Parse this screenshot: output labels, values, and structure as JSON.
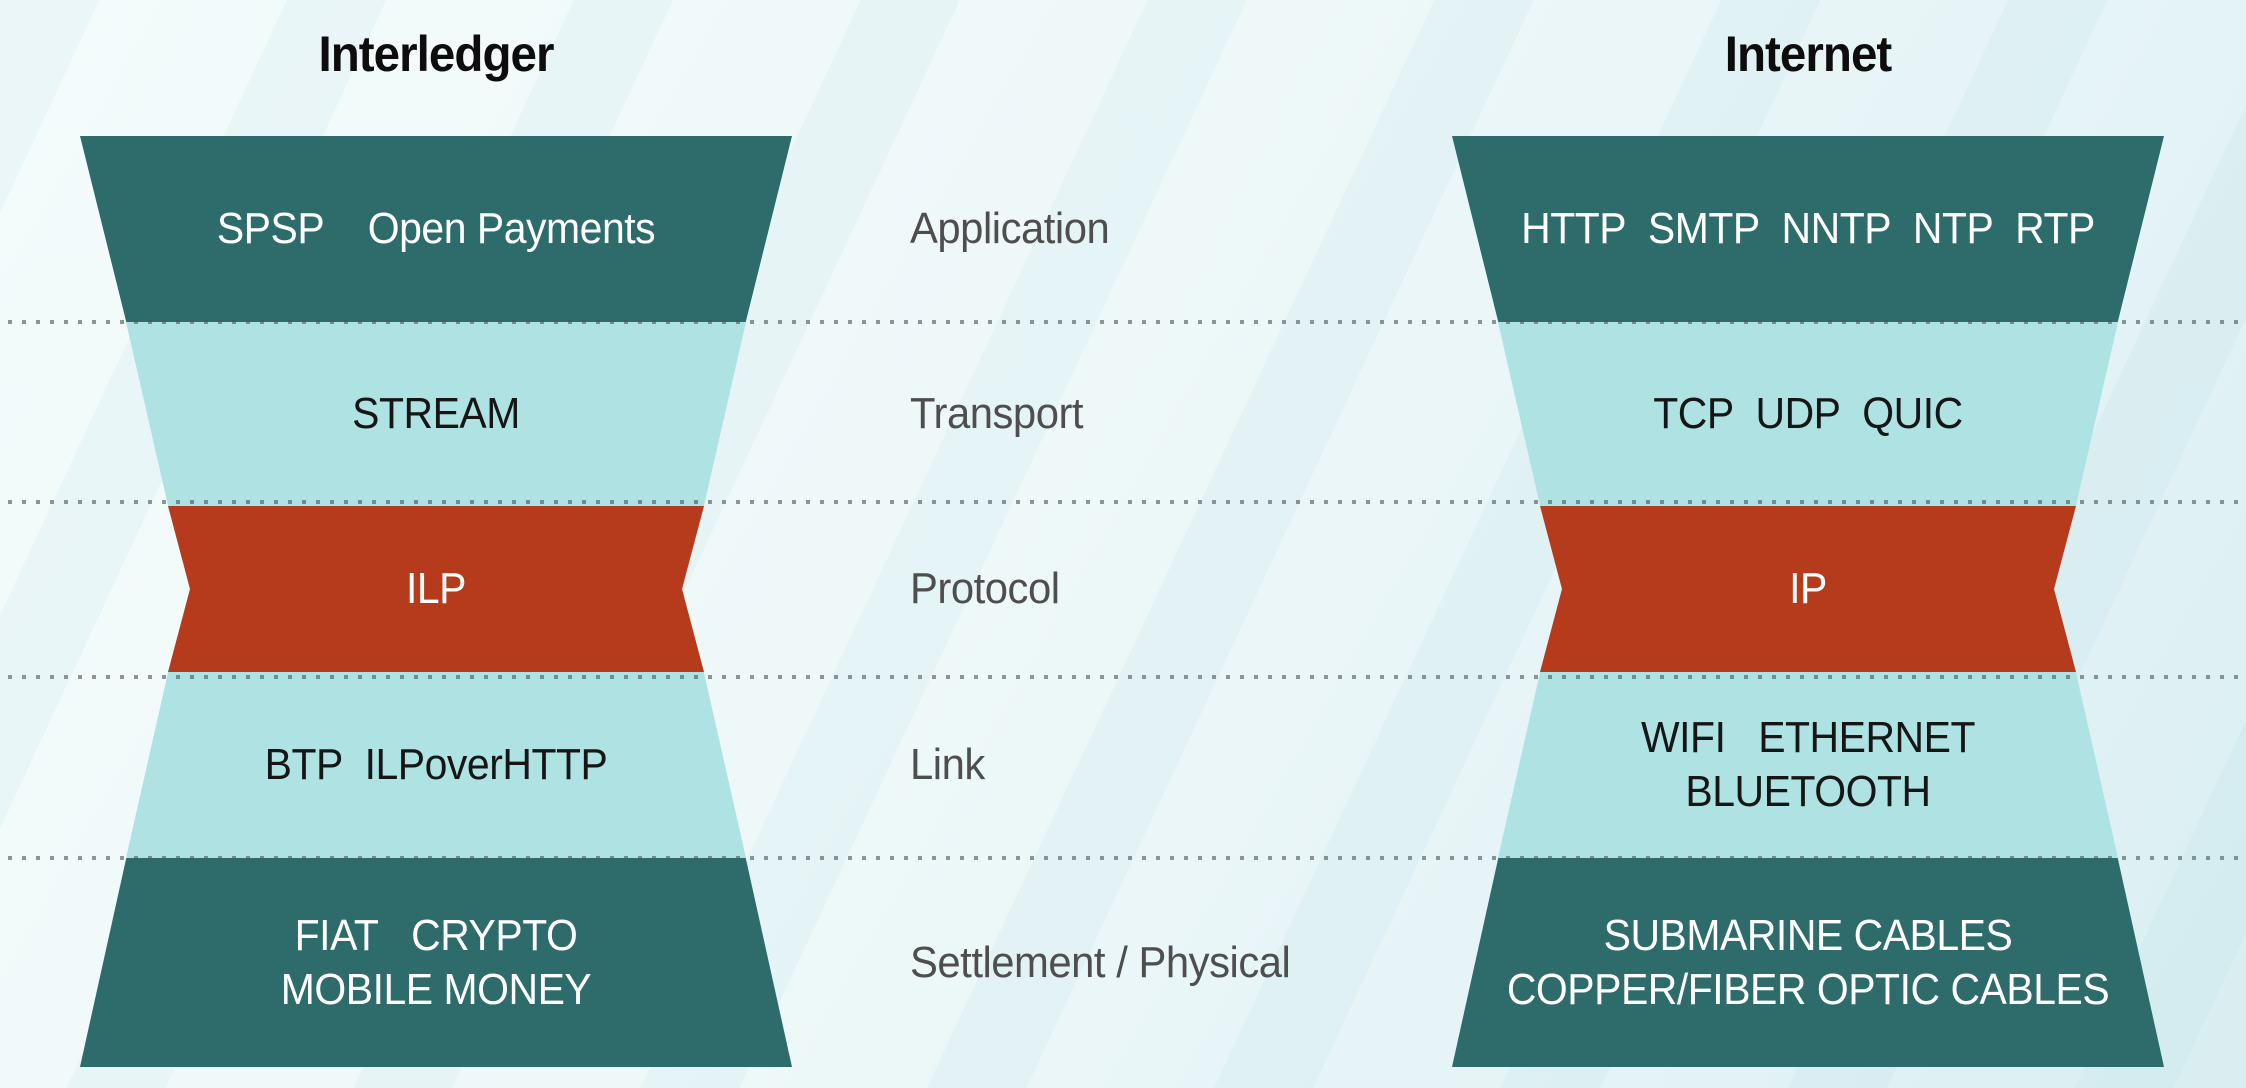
{
  "diagram": {
    "kind": "protocol-stack-comparison",
    "colors": {
      "dark_teal": "#2e6b6b",
      "light_teal": "#aee2e3",
      "red": "#b63a1c",
      "label_gray": "#4e4e4e",
      "background": "#edf7f8",
      "divider_dots": "#5a6a6a"
    },
    "middle_labels": [
      "Application",
      "Transport",
      "Protocol",
      "Link",
      "Settlement / Physical"
    ],
    "left_stack": {
      "title": "Interledger",
      "layers": [
        {
          "name": "application",
          "lines": [
            "SPSP    Open Payments"
          ]
        },
        {
          "name": "transport",
          "lines": [
            "STREAM"
          ]
        },
        {
          "name": "protocol",
          "lines": [
            "ILP"
          ]
        },
        {
          "name": "link",
          "lines": [
            "BTP  ILPoverHTTP"
          ]
        },
        {
          "name": "settlement-physical",
          "lines": [
            "FIAT   CRYPTO",
            "MOBILE MONEY"
          ]
        }
      ]
    },
    "right_stack": {
      "title": "Internet",
      "layers": [
        {
          "name": "application",
          "lines": [
            "HTTP  SMTP  NNTP  NTP  RTP"
          ]
        },
        {
          "name": "transport",
          "lines": [
            "TCP  UDP  QUIC"
          ]
        },
        {
          "name": "protocol",
          "lines": [
            "IP"
          ]
        },
        {
          "name": "link",
          "lines": [
            "WIFI   ETHERNET",
            "BLUETOOTH"
          ]
        },
        {
          "name": "settlement-physical",
          "lines": [
            "SUBMARINE CABLES",
            "COPPER/FIBER OPTIC CABLES"
          ]
        }
      ]
    }
  }
}
